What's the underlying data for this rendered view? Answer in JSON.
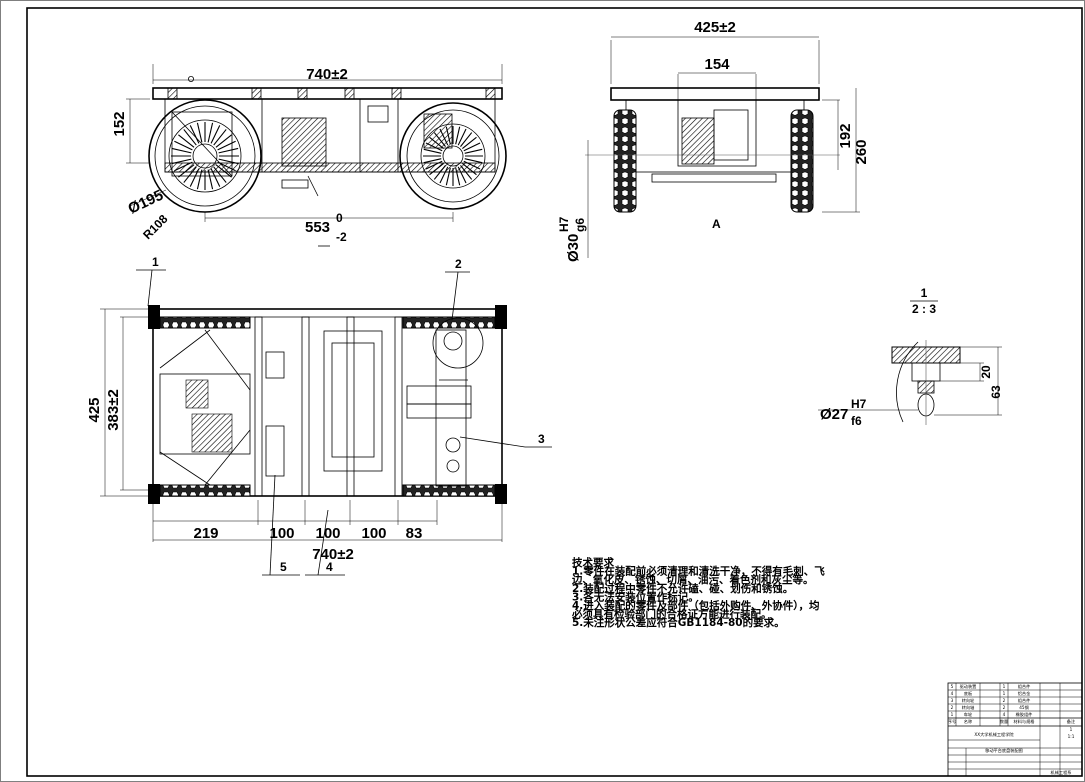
{
  "front_view": {
    "length": "740±2",
    "height": "152",
    "wheel_dia": "Ø195",
    "wheel_radius": "R108",
    "wheelbase_main": "553",
    "wheelbase_tol_upper": "0",
    "wheelbase_tol_lower": "-2"
  },
  "side_view": {
    "width": "425±2",
    "inner_width": "154",
    "height_a": "192",
    "height_b": "260",
    "shaft_fit_dia": "Ø30",
    "shaft_fit_upper": "H7",
    "shaft_fit_lower": "g6",
    "section_mark": "A"
  },
  "top_view": {
    "overall_width": "425",
    "inner_width": "383±2",
    "seg_219": "219",
    "seg_100a": "100",
    "seg_100b": "100",
    "seg_100c": "100",
    "seg_83": "83",
    "length": "740±2",
    "balloons": [
      "1",
      "2",
      "3",
      "4",
      "5"
    ]
  },
  "detail": {
    "label_top": "1",
    "label_bottom": "2 : 3",
    "fit_dia": "Ø27",
    "fit_upper": "H7",
    "fit_lower": "f6",
    "dim_20": "20",
    "dim_63": "63"
  },
  "tech_notes": [
    "技术要求",
    "1.零件在装配前必须清理和清洗干净，不得有毛刺、飞",
    "边、氧化皮、锈蚀、切屑、油污、着色剂和灰尘等。",
    "2.装配过程中零件不允许磕、碰、划伤和锈蚀。",
    "3.各无法安装位置作标记。",
    "4.进入装配的零件及部件（包括外购件、外协件），均",
    "必须具有检验部门的合格证方能进行装配。",
    "5.未注形状公差应符合GB1184-80的要求。"
  ],
  "title_block": {
    "bom_rows": [
      {
        "no": "5",
        "name": "驱动装置",
        "qty": "1",
        "mat": "组合件"
      },
      {
        "no": "4",
        "name": "底板",
        "qty": "1",
        "mat": "铝合金"
      },
      {
        "no": "3",
        "name": "转向轮",
        "qty": "2",
        "mat": "组合件"
      },
      {
        "no": "2",
        "name": "转向轴",
        "qty": "2",
        "mat": "45钢"
      },
      {
        "no": "1",
        "name": "车轮",
        "qty": "4",
        "mat": "橡胶组件"
      }
    ],
    "header_row": [
      "序号",
      "名称",
      "数量",
      "材料与规格",
      "备注"
    ],
    "school": "XX大学机械工程学院",
    "drawing_name": "移动平台底盘装配图",
    "scale": "1:1",
    "sheet": "1",
    "company": "机械工程系"
  }
}
